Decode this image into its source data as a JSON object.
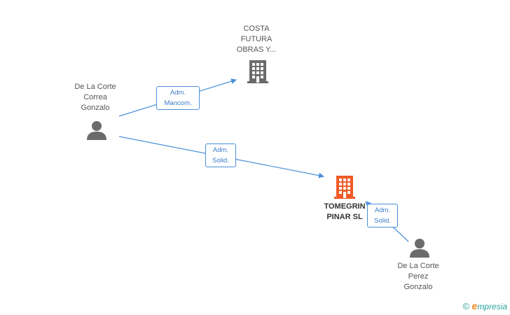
{
  "nodes": {
    "costa": {
      "lines": [
        "COSTA",
        "FUTURA",
        "OBRAS Y..."
      ],
      "type": "company",
      "color": "#6b6b6b"
    },
    "tomegrin": {
      "lines": [
        "TOMEGRIN",
        "PINAR SL"
      ],
      "type": "company",
      "color": "#f05a28"
    },
    "correa": {
      "lines": [
        "De La Corte",
        "Correa",
        "Gonzalo"
      ],
      "type": "person",
      "color": "#6b6b6b"
    },
    "perez": {
      "lines": [
        "De La Corte",
        "Perez",
        "Gonzalo"
      ],
      "type": "person",
      "color": "#6b6b6b"
    }
  },
  "edges": [
    {
      "from": "correa",
      "to": "costa",
      "label": [
        "Adm.",
        "Mancom."
      ]
    },
    {
      "from": "correa",
      "to": "tomegrin",
      "label": [
        "Adm.",
        "Solid."
      ]
    },
    {
      "from": "perez",
      "to": "tomegrin",
      "label": [
        "Adm.",
        "Solid."
      ]
    }
  ],
  "colors": {
    "edge": "#4a90d9",
    "icon": "#6b6b6b",
    "highlight": "#f05a28"
  },
  "footer": {
    "copyright": "©",
    "brand_first": "e",
    "brand_rest": "mpresia"
  }
}
